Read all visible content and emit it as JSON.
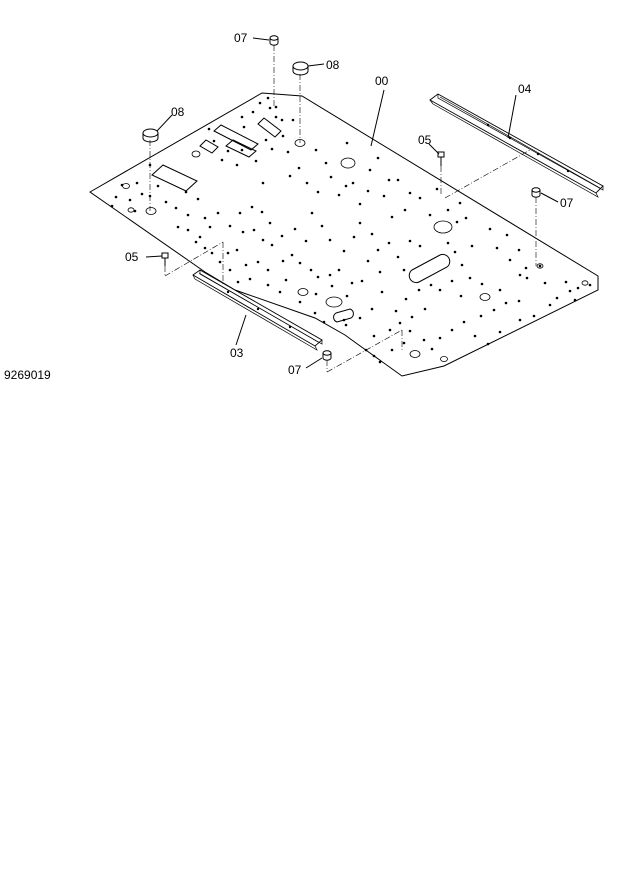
{
  "drawing_number": "9269019",
  "callouts": {
    "c00": "00",
    "c03": "03",
    "c04": "04",
    "c05a": "05",
    "c05b": "05",
    "c07a": "07",
    "c07b": "07",
    "c07c": "07",
    "c08a": "08",
    "c08b": "08"
  }
}
